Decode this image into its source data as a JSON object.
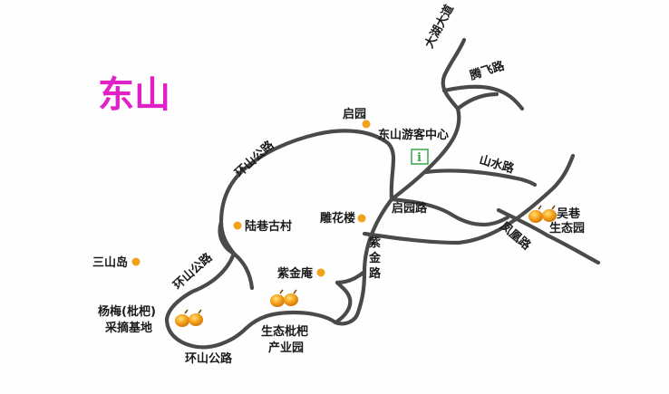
{
  "map": {
    "title": "东山",
    "roads": {
      "taihu_avenue": "大湖大道",
      "tengfei": "腾飞路",
      "shanshui": "山水路",
      "qiyuan": "启园路",
      "fenghuang": "凤凰路",
      "zijin": [
        "紫",
        "金",
        "路"
      ],
      "huanshan_top": "环山公路",
      "huanshan_mid": "环山公路",
      "huanshan_bottom": "环山公路"
    },
    "places": {
      "qiyuan": "启园",
      "visitor_center": "东山游客中心",
      "diaohualou": "雕花楼",
      "luxiang": "陆巷古村",
      "sanshan": "三山岛",
      "zijinan": "紫金庵",
      "wuxiang_1": "吴巷",
      "wuxiang_2": "生态园",
      "yangmei_1": "杨梅(枇杷)",
      "yangmei_2": "采摘基地",
      "eco_park_1": "生态枇杷",
      "eco_park_2": "产业园"
    },
    "info_icon_label": "i",
    "colors": {
      "title": "#e020c8",
      "road": "#4a4a4a",
      "poi": "#f2a11a",
      "fruit": "#f5a21c",
      "info": "#3aa548"
    }
  }
}
